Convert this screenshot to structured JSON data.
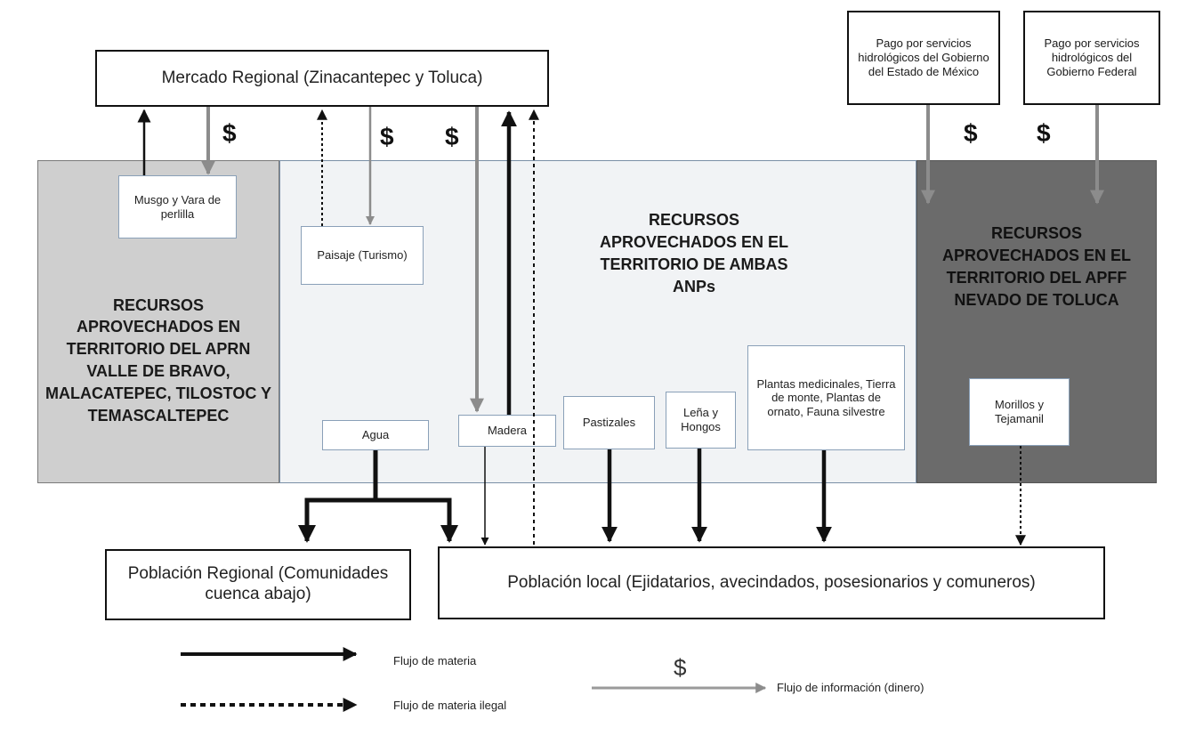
{
  "market": {
    "label": "Mercado Regional (Zinacantepec y Toluca)"
  },
  "payments": {
    "state": "Pago por servicios hidrológicos del Gobierno del Estado de México",
    "federal": "Pago por servicios hidrológicos del Gobierno Federal"
  },
  "dollar_symbol": "$",
  "regions": {
    "left": "RECURSOS APROVECHADOS EN TERRITORIO DEL APRN VALLE DE BRAVO, MALACATEPEC, TILOSTOC Y TEMASCALTEPEC",
    "middle": "RECURSOS APROVECHADOS EN EL TERRITORIO DE AMBAS ANPs",
    "right": "RECURSOS APROVECHADOS EN EL TERRITORIO DEL APFF NEVADO DE TOLUCA"
  },
  "resources": {
    "musgo": "Musgo y Vara de perlilla",
    "paisaje": "Paisaje (Turismo)",
    "agua": "Agua",
    "madera": "Madera",
    "pastizales": "Pastizales",
    "lena": "Leña y Hongos",
    "plantas": "Plantas medicinales, Tierra de monte, Plantas de ornato, Fauna silvestre",
    "morillos": "Morillos y Tejamanil"
  },
  "populations": {
    "regional": "Población Regional (Comunidades cuenca abajo)",
    "local": "Población local (Ejidatarios, avecindados, posesionarios y comuneros)"
  },
  "legend": {
    "materia": "Flujo de materia",
    "ilegal": "Flujo de materia ilegal",
    "informacion": "Flujo de información (dinero)"
  },
  "colors": {
    "money_flow": "#8c8c8c",
    "matter_flow": "#111111",
    "right_region": "#6b6b6b",
    "left_region": "#cfcfcf"
  }
}
